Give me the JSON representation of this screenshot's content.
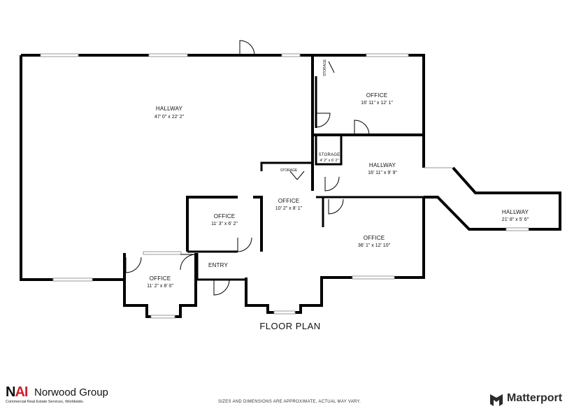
{
  "plan": {
    "title": "FLOOR PLAN",
    "rooms": [
      {
        "id": "hallway-main",
        "name": "HALLWAY",
        "dims": "47' 0\" x 22' 2\""
      },
      {
        "id": "office-ne",
        "name": "OFFICE",
        "dims": "16' 11\" x 12' 1\""
      },
      {
        "id": "storage-small",
        "name": "STORAGE",
        "dims": "4' 2\" x 6' 2\""
      },
      {
        "id": "hallway-east",
        "name": "HALLWAY",
        "dims": "16' 11\" x 9' 9\""
      },
      {
        "id": "office-center",
        "name": "OFFICE",
        "dims": "10' 2\" x 8' 1\""
      },
      {
        "id": "office-mid",
        "name": "OFFICE",
        "dims": "11' 3\" x 6' 2\""
      },
      {
        "id": "office-large",
        "name": "OFFICE",
        "dims": "36' 1\" x 12' 10\""
      },
      {
        "id": "hallway-wing",
        "name": "HALLWAY",
        "dims": "21' 8\" x 5' 6\""
      },
      {
        "id": "office-sw",
        "name": "OFFICE",
        "dims": "11' 2\" x 8' 0\""
      },
      {
        "id": "entry",
        "name": "ENTRY",
        "dims": ""
      }
    ],
    "closet_label": "STORAGE",
    "vertical_storage_label": "STORAGE"
  },
  "footer": {
    "disclaimer": "SIZES AND DIMENSIONS ARE APPROXIMATE, ACTUAL MAY VARY.",
    "brand_left_mark_n": "N",
    "brand_left_mark_ai": "AI",
    "brand_left_name": "Norwood Group",
    "brand_left_tagline": "Commercial Real Estate Services, Worldwide.",
    "brand_right_name": "Matterport"
  },
  "colors": {
    "wall": "#000000",
    "window": "#cccccc",
    "nai_red": "#d21f26",
    "matterport_gray": "#2b2b2b"
  }
}
